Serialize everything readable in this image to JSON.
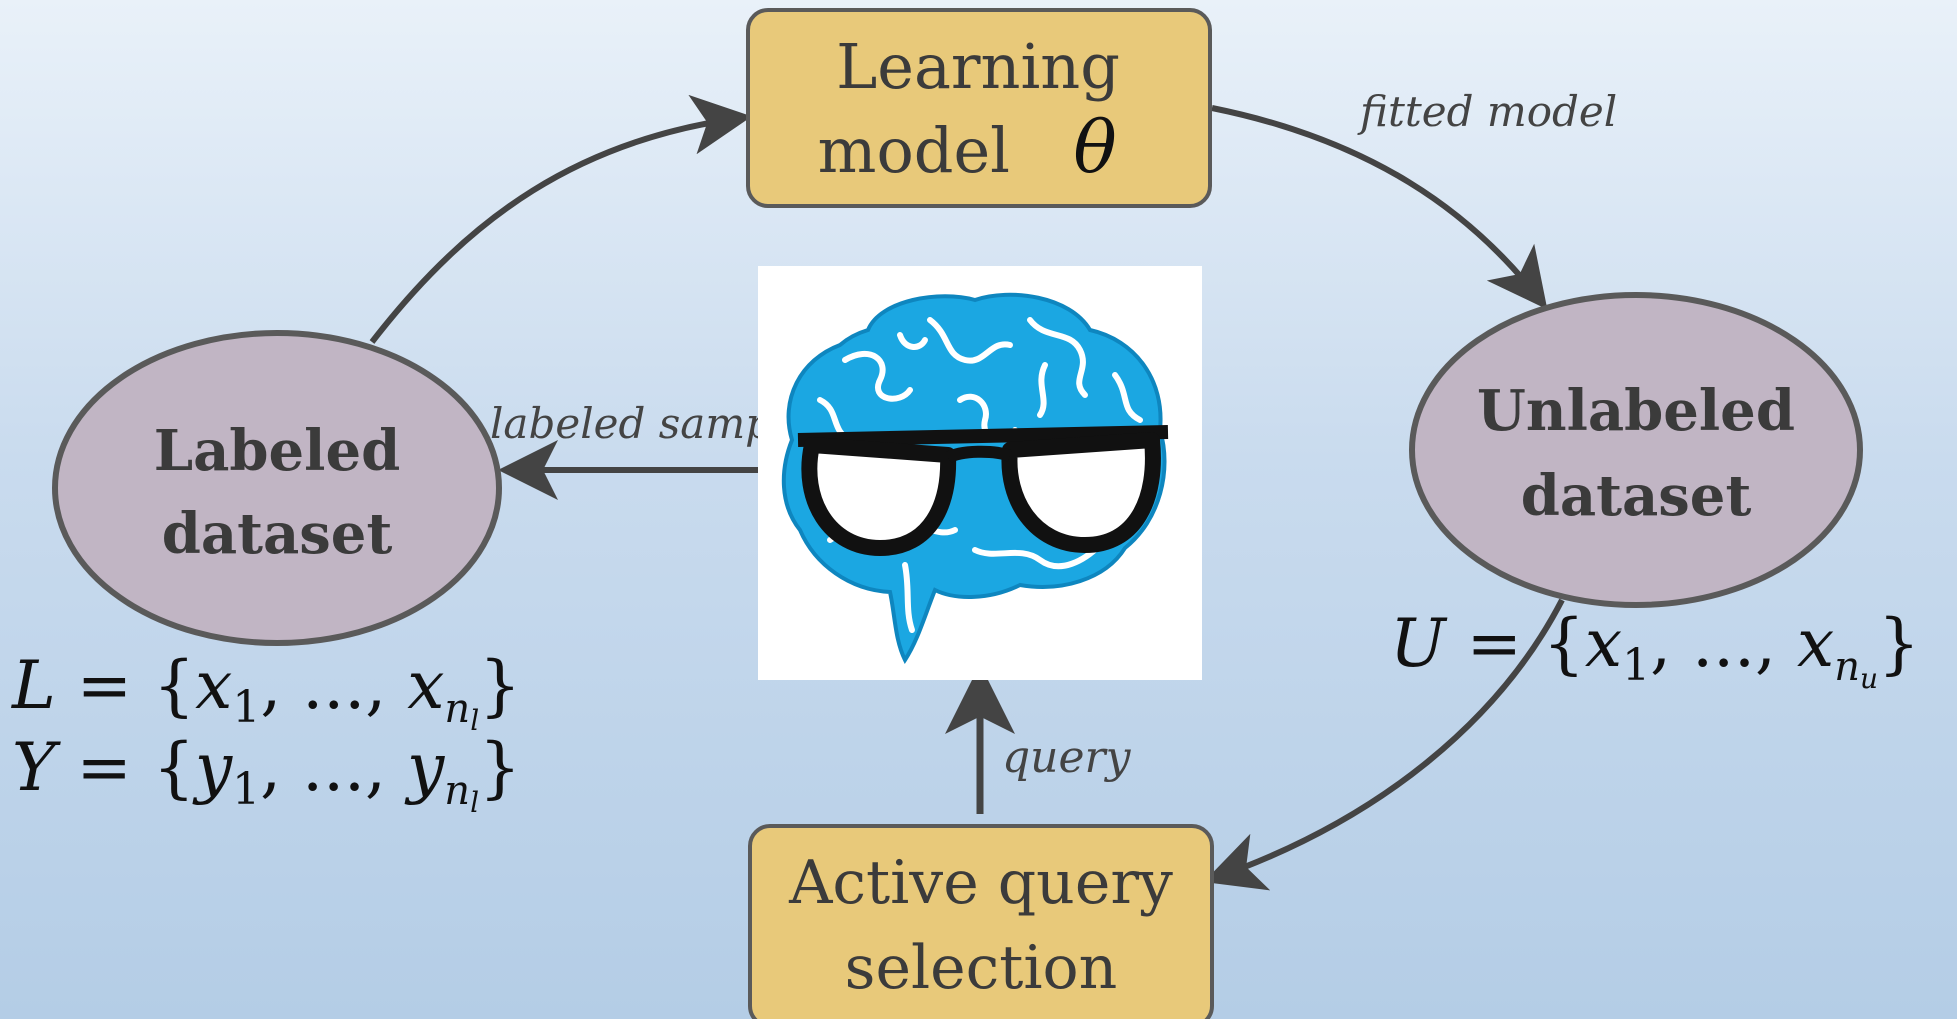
{
  "nodes": {
    "learning_model": {
      "line1": "Learning",
      "line2": "model",
      "symbol": "θ"
    },
    "labeled_dataset": {
      "line1": "Labeled",
      "line2": "dataset"
    },
    "unlabeled_dataset": {
      "line1": "Unlabeled",
      "line2": "dataset"
    },
    "active_query": {
      "line1": "Active query",
      "line2": "selection"
    }
  },
  "edges": {
    "fitted_model": "fitted model",
    "labeled_sample": "labeled sample",
    "query": "query"
  },
  "formulas": {
    "L": {
      "name": "L",
      "open": " = {",
      "sub1": "1",
      "dots": ", ..., ",
      "sub_n": "l",
      "close": "}",
      "var": "x"
    },
    "Y": {
      "name": "Y",
      "open": " = {",
      "sub1": "1",
      "dots": ", ..., ",
      "sub_n": "l",
      "close": "}",
      "var": "y"
    },
    "U": {
      "name": "U",
      "open": " = {",
      "sub1": "1",
      "dots": ", ..., ",
      "sub_n": "u",
      "close": "}",
      "var": "x"
    }
  },
  "center_image": "brain-with-glasses",
  "colors": {
    "box_fill": "#e8c97a",
    "ellipse_fill": "#c1b5c4",
    "border": "#5a5a5a",
    "arrow": "#444444",
    "brain_blue": "#1ba7e2"
  }
}
